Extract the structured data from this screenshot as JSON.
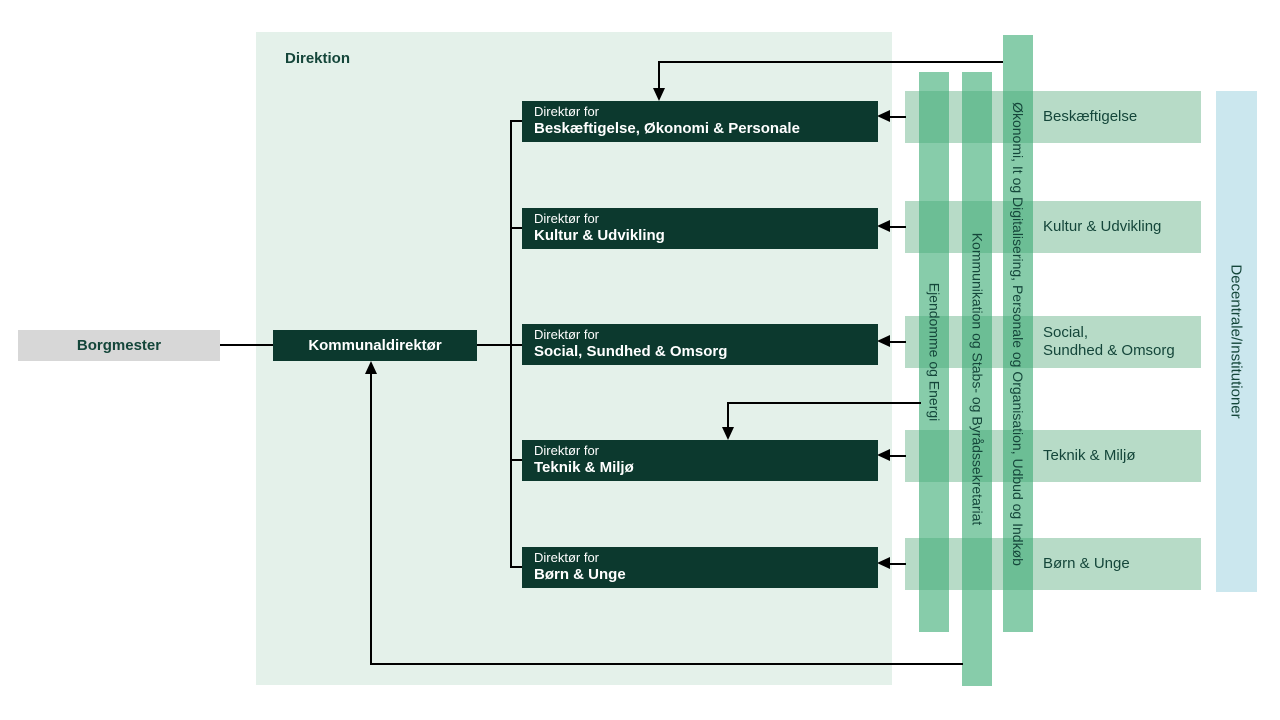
{
  "panel": {
    "label": "Direktion"
  },
  "borgmester": {
    "label": "Borgmester"
  },
  "kommunaldirektor": {
    "label": "Kommunaldirektør"
  },
  "directors": [
    {
      "prefix": "Direktør for",
      "name": "Beskæftigelse, Økonomi & Personale"
    },
    {
      "prefix": "Direktør for",
      "name": "Kultur & Udvikling"
    },
    {
      "prefix": "Direktør for",
      "name": "Social, Sundhed & Omsorg"
    },
    {
      "prefix": "Direktør for",
      "name": "Teknik & Miljø"
    },
    {
      "prefix": "Direktør for",
      "name": "Børn & Unge"
    }
  ],
  "staff_bars": [
    {
      "label": "Ejendomme og Energi"
    },
    {
      "label": "Kommunikation og Stabs- og Byrådssekretariat"
    },
    {
      "label": "Økonomi, It og Digitalisering, Personale og Organisation, Udbud og Indkøb"
    }
  ],
  "departments": [
    {
      "label": "Beskæftigelse"
    },
    {
      "label": "Kultur & Udvikling"
    },
    {
      "label": "Social,\nSundhed & Omsorg"
    },
    {
      "label": "Teknik & Miljø"
    },
    {
      "label": "Børn & Unge"
    }
  ],
  "decentrale": {
    "label": "Decentrale/Institutioner"
  },
  "colors": {
    "dark-green": "#0c392e",
    "panel-green": "#e4f1ea",
    "band-green": "#b7dbc7",
    "bar-green": "rgba(62,172,118,0.62)",
    "blue": "#cbe7ee",
    "text-green": "#14463a",
    "borgmester-gray": "#d7d7d7",
    "line-black": "#000000"
  }
}
